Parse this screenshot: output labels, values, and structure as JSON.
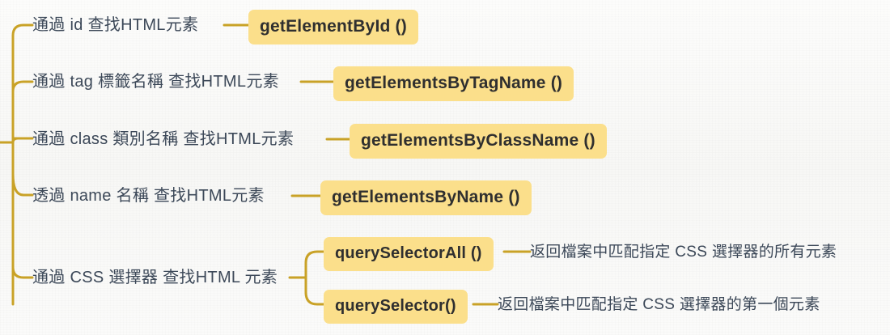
{
  "diagram": {
    "type": "mindmap",
    "colors": {
      "background": "#fbfbfa",
      "pill_background": "#fbdf8b",
      "pill_text": "#2f2f2f",
      "connector": "#c9a227",
      "label_text": "#3c4858"
    },
    "branches": [
      {
        "id": "by-id",
        "label": "通過 id 查找HTML元素",
        "method": "getElementById ()",
        "children": []
      },
      {
        "id": "by-tag",
        "label": "通過 tag 標籤名稱 查找HTML元素",
        "method": "getElementsByTagName ()",
        "children": []
      },
      {
        "id": "by-class",
        "label": "通過 class 類別名稱 查找HTML元素",
        "method": "getElementsByClassName ()",
        "children": []
      },
      {
        "id": "by-name",
        "label": "透過 name 名稱 查找HTML元素",
        "method": "getElementsByName ()",
        "children": []
      },
      {
        "id": "by-css-selector",
        "label": "通過 CSS 選擇器 查找HTML 元素",
        "method": null,
        "children": [
          {
            "id": "query-selector-all",
            "method": "querySelectorAll ()",
            "description": "返回檔案中匹配指定 CSS 選擇器的所有元素"
          },
          {
            "id": "query-selector",
            "method": "querySelector()",
            "description": "返回檔案中匹配指定 CSS 選擇器的第一個元素"
          }
        ]
      }
    ]
  }
}
